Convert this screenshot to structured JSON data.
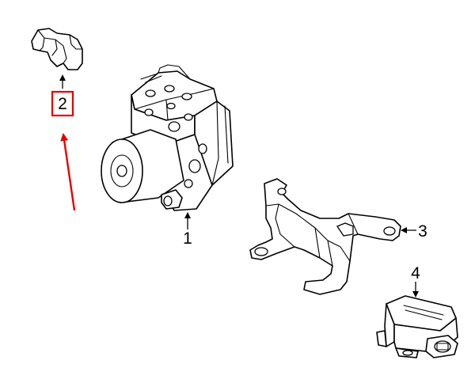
{
  "diagram": {
    "callouts": [
      {
        "id": "1",
        "label": "1"
      },
      {
        "id": "2",
        "label": "2",
        "highlighted": true
      },
      {
        "id": "3",
        "label": "3"
      },
      {
        "id": "4",
        "label": "4"
      }
    ],
    "colors": {
      "line": "#000000",
      "highlight": "#e60000",
      "background": "#ffffff"
    }
  }
}
